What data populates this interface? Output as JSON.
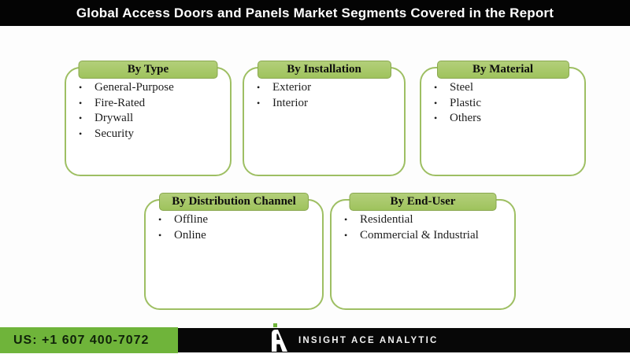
{
  "header": {
    "title": "Global Access Doors and Panels Market Segments Covered in the Report"
  },
  "segments": [
    {
      "title": "By Type",
      "items": [
        "General-Purpose",
        "Fire-Rated",
        "Drywall",
        "Security"
      ]
    },
    {
      "title": "By Installation",
      "items": [
        "Exterior",
        "Interior"
      ]
    },
    {
      "title": "By Material",
      "items": [
        "Steel",
        "Plastic",
        "Others"
      ]
    },
    {
      "title": "By Distribution Channel",
      "items": [
        "Offline",
        "Online"
      ]
    },
    {
      "title": "By End-User",
      "items": [
        "Residential",
        "Commercial & Industrial"
      ]
    }
  ],
  "list": {
    "bullet_char": "•"
  },
  "footer": {
    "phone": "US: +1 607 400-7072",
    "brand": "INSIGHT ACE ANALYTIC"
  },
  "icons": {
    "brand_logo": "ia-monogram-icon"
  },
  "colors": {
    "header_bg": "#040404",
    "box_border_green": "#9ebf63",
    "tab_green": "#a7c766",
    "footer_green": "#6fb43a",
    "brand_bar_bg": "#070707",
    "logo_green": "#6fb43a",
    "text_dark": "#1e1e1e"
  }
}
